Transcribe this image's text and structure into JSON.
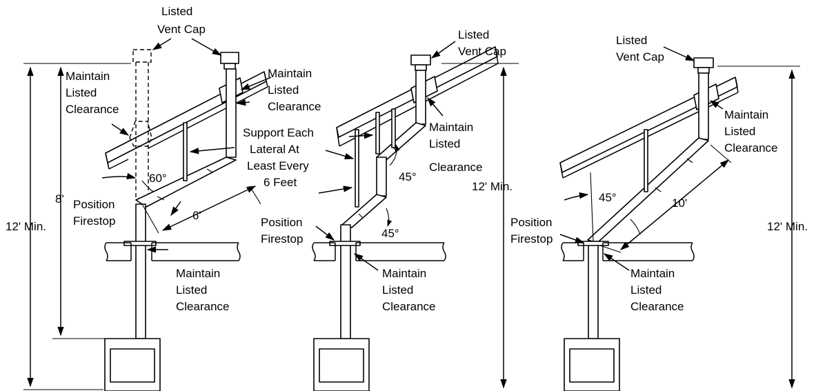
{
  "labels": {
    "listed_vent_cap": [
      "Listed",
      "Vent Cap"
    ],
    "maintain_listed_clearance": [
      "Maintain",
      "Listed",
      "Clearance"
    ],
    "support_each_lateral": [
      "Support Each",
      "Lateral At",
      "Least Every",
      "6 Feet"
    ],
    "position_firestop": [
      "Position",
      "Firestop"
    ]
  },
  "dimensions": {
    "eight_ft": "8'",
    "twelve_min": "12' Min.",
    "six_ft": "6'",
    "ten_ft": "10'"
  },
  "angles": {
    "sixty": "60°",
    "forty_five": "45°"
  }
}
